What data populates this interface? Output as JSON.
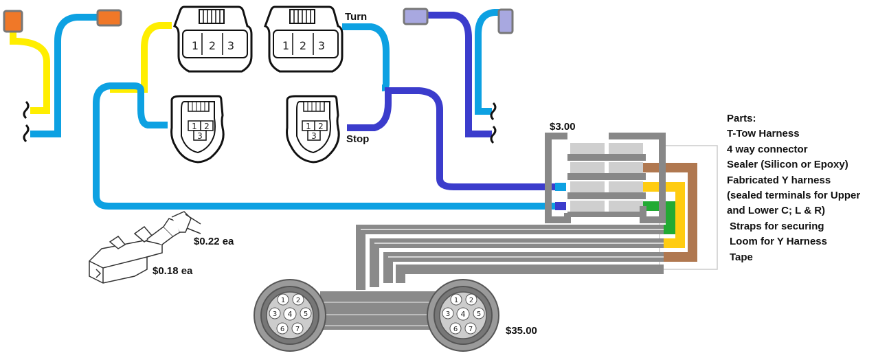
{
  "labels": {
    "turn": "Turn",
    "stop": "Stop",
    "module_price": "$3.00",
    "pin_price": "$0.22 ea",
    "terminal_price": "$0.18 ea",
    "y_harness_price": "$35.00"
  },
  "connector_pins": {
    "three_pin": [
      "1",
      "2",
      "3"
    ],
    "seven_pin": [
      "1",
      "2",
      "3",
      "4",
      "5",
      "6",
      "7"
    ]
  },
  "parts": {
    "title": "Parts:",
    "items": [
      "T-Tow Harness",
      "4 way connector",
      "Sealer (Silicon or Epoxy)",
      "Fabricated Y harness",
      "(sealed terminals for Upper",
      "and Lower C; L & R)",
      " Straps for securing",
      " Loom for Y Harness",
      " Tape"
    ]
  },
  "colors": {
    "yellow_wire": "#ffee00",
    "light_blue_wire": "#0da1e2",
    "dark_blue_wire": "#3b3ccc",
    "gray_wire": "#8a8a8a",
    "brown_wire": "#b07850",
    "green_wire": "#22aa33",
    "orange_terminal": "#f07828",
    "lavender_terminal": "#a8a8e0"
  }
}
